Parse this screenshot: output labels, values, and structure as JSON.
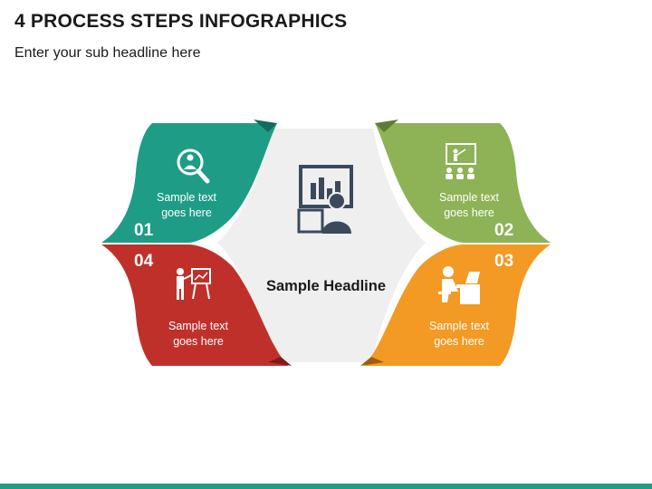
{
  "header": {
    "title": "4 PROCESS STEPS INFOGRAPHICS",
    "subtitle": "Enter your sub headline here"
  },
  "center": {
    "headline": "Sample Headline",
    "icon": "presenter-chart-icon"
  },
  "steps": [
    {
      "number": "01",
      "line1": "Sample text",
      "line2": "goes here",
      "color": "#1e9c86",
      "icon": "search-person-icon"
    },
    {
      "number": "02",
      "line1": "Sample text",
      "line2": "goes here",
      "color": "#8db356",
      "icon": "presentation-audience-icon"
    },
    {
      "number": "03",
      "line1": "Sample text",
      "line2": "goes here",
      "color": "#f29a24",
      "icon": "person-at-desk-icon"
    },
    {
      "number": "04",
      "line1": "Sample text",
      "line2": "goes here",
      "color": "#c0302b",
      "icon": "presenter-board-icon"
    }
  ],
  "colors": {
    "center_fill": "#efefef",
    "icon_dark": "#3a4a5c",
    "footer": "#1e9c86"
  }
}
